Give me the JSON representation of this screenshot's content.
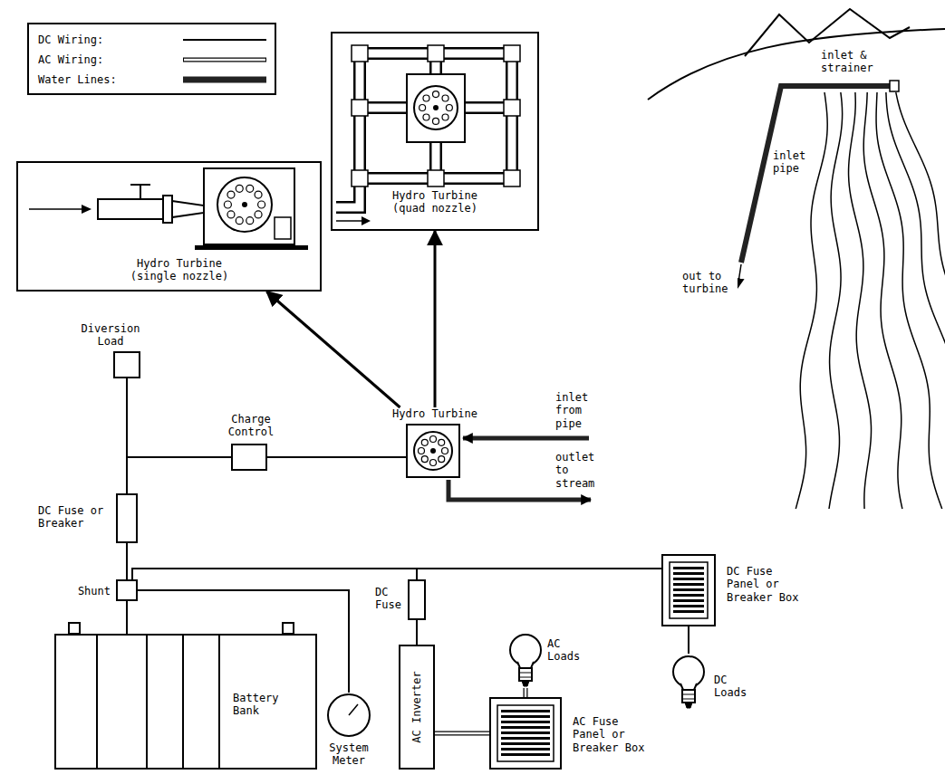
{
  "diagram": {
    "nodes": [
      {
        "text": [
          "Hydro Turbine (single nozzle)"
        ]
      },
      {
        "text": [
          "Hydro Turbine (quad nozzle)"
        ]
      },
      {
        "text": [
          "Diversion Load"
        ]
      },
      {
        "text": [
          "Charge Control"
        ]
      },
      {
        "text": [
          "Hydro Turbine"
        ]
      },
      {
        "text": [
          "DC Fuse or Breaker"
        ]
      },
      {
        "text": [
          "Shunt"
        ]
      },
      {
        "text": [
          "Battery Bank"
        ]
      },
      {
        "text": [
          "System Meter"
        ]
      },
      {
        "text": [
          "DC Fuse"
        ]
      },
      {
        "text": [
          "AC Inverter"
        ]
      },
      {
        "text": [
          "AC Loads"
        ]
      },
      {
        "text": [
          "AC Fuse Panel or Breaker Box"
        ]
      },
      {
        "text": [
          "DC Fuse Panel or Breaker Box"
        ]
      },
      {
        "text": [
          "DC Loads"
        ]
      }
    ],
    "edges": [
      {
        "from": 4,
        "to": 0,
        "arrow": "to"
      },
      {
        "from": 4,
        "to": 1,
        "arrow": "to"
      },
      {
        "from": 2,
        "to": 3,
        "arrow": "none"
      },
      {
        "from": 3,
        "to": 4,
        "arrow": "none"
      },
      {
        "from": 3,
        "to": 5,
        "arrow": "none"
      },
      {
        "from": 5,
        "to": 6,
        "arrow": "none"
      },
      {
        "from": 6,
        "to": 7,
        "arrow": "none"
      },
      {
        "from": 6,
        "to": 8,
        "arrow": "none"
      },
      {
        "from": 6,
        "to": 9,
        "arrow": "none"
      },
      {
        "from": 6,
        "to": 13,
        "arrow": "none"
      },
      {
        "from": 9,
        "to": 10,
        "arrow": "none"
      },
      {
        "from": 10,
        "to": 12,
        "arrow": "none"
      },
      {
        "from": 12,
        "to": 11,
        "arrow": "none"
      },
      {
        "from": 13,
        "to": 14,
        "arrow": "none"
      }
    ],
    "labels": [
      "inlet & strainer",
      "inlet pipe",
      "out to turbine",
      "inlet from pipe",
      "outlet to stream"
    ],
    "legend": [
      {
        "text": "DC Wiring:"
      },
      {
        "text": "AC Wiring:"
      },
      {
        "text": "Water Lines:"
      }
    ]
  }
}
